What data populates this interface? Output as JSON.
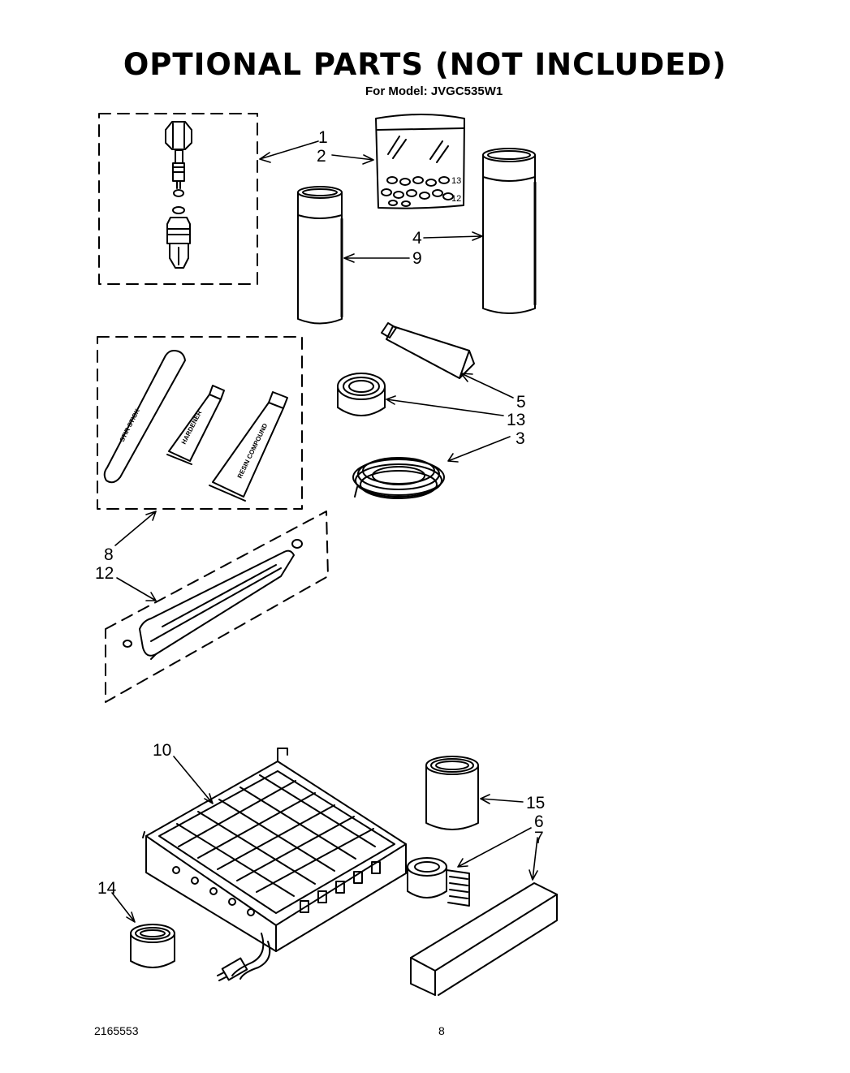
{
  "page": {
    "title": "OPTIONAL PARTS (NOT INCLUDED)",
    "subtitle": "For Model: JVGC535W1",
    "doc_number": "2165553",
    "page_number": "8"
  },
  "callouts": [
    "1",
    "2",
    "3",
    "4",
    "5",
    "6",
    "7",
    "8",
    "9",
    "10",
    "12",
    "13",
    "14",
    "15"
  ],
  "kit_labels": {
    "stir_stick": "STIR STICK",
    "hardener": "HARDENER",
    "resin": "RESIN COMPOUND"
  },
  "bag_labels": {
    "upper": "13",
    "lower": "12"
  }
}
